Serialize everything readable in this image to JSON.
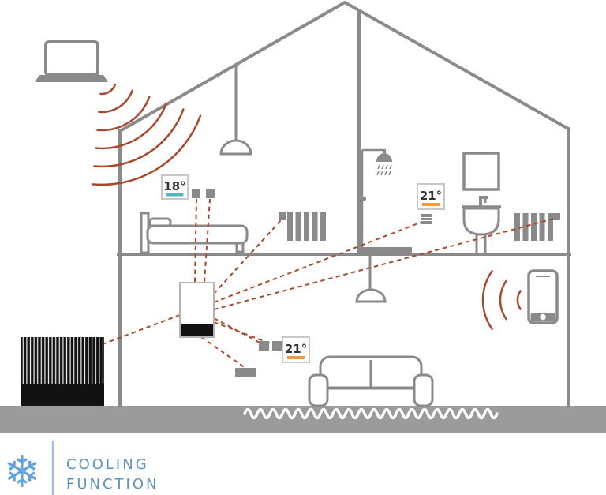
{
  "title": "Smart home heating and cooling system diagram",
  "colors": {
    "wall-gray": "#8a8a8a",
    "furniture-gray": "#8a8a8a",
    "ground-gray": "#9b9b9b",
    "signal-red": "#a8492e",
    "cool-cyan": "#4cb8c4",
    "warm-orange": "#f09c3d",
    "unit-black": "#121212",
    "thermostat-border": "#c8c8c8",
    "thermostat-text": "#333333",
    "logo-blue": "#63a3da",
    "logo-text-blue": "#5e92bb",
    "logo-divider-blue": "#9fc3e0"
  },
  "thermostats": {
    "bedroom": {
      "value": "18°",
      "mode": "cooling"
    },
    "bathroom": {
      "value": "21°",
      "mode": "heating"
    },
    "living_room": {
      "value": "21°",
      "mode": "heating"
    }
  },
  "logo": {
    "icon": "snowflake-icon",
    "glyph": "❄",
    "line1": "COOLING",
    "line2": "FUNCTION"
  },
  "devices": [
    "laptop-icon",
    "wifi-signal-laptop",
    "smartphone-icon",
    "wifi-signal-phone",
    "boiler-icon",
    "outdoor-unit-icon",
    "bed-icon",
    "sofa-icon",
    "pendant-lamp-icon",
    "radiator-icon",
    "shower-icon",
    "sink-icon",
    "mirror-icon",
    "valve-icon",
    "floor-heating-controller",
    "underfloor-heating-wave"
  ]
}
